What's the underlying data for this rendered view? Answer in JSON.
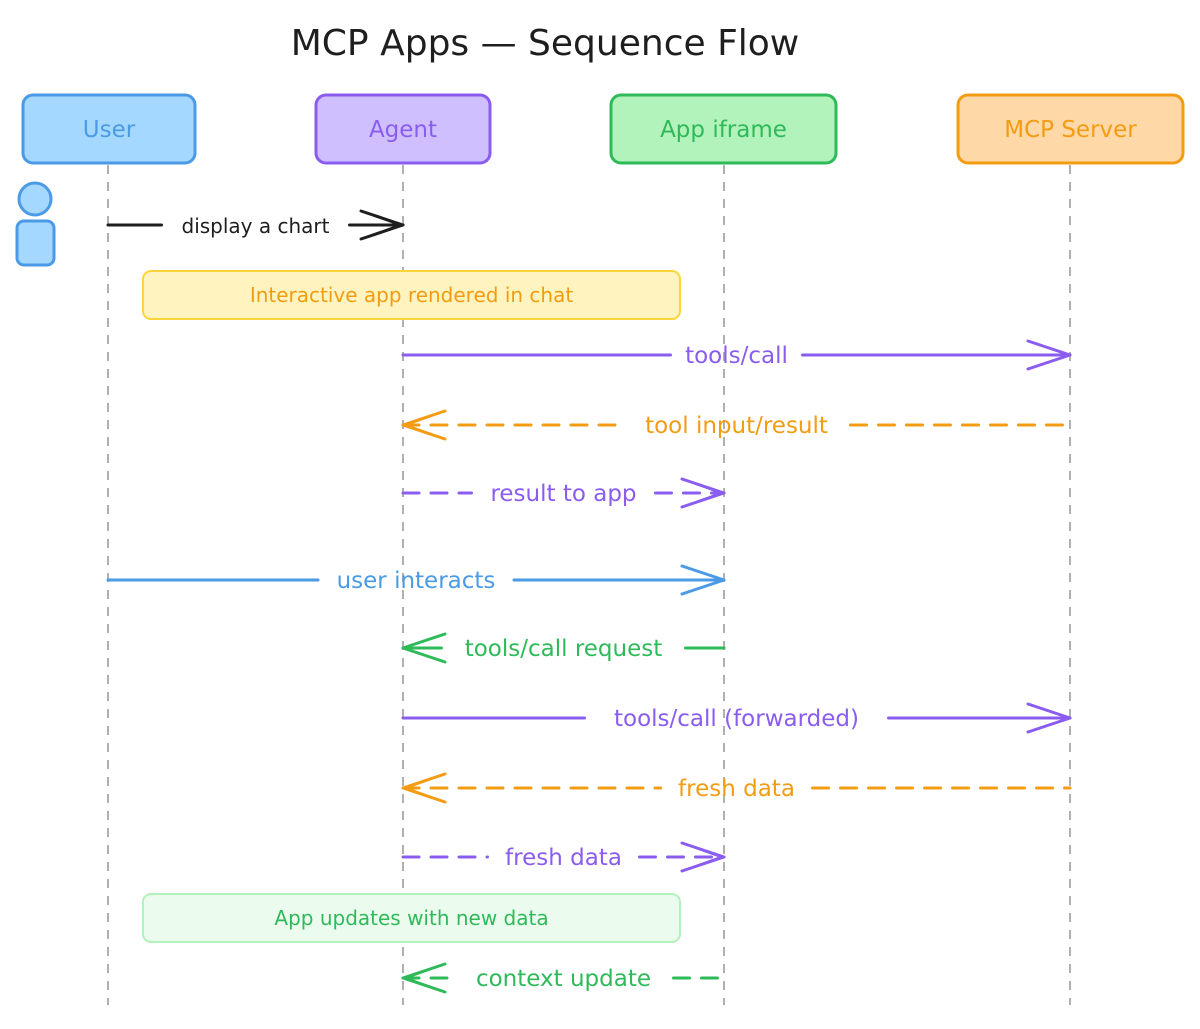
{
  "title": "MCP Apps — Sequence Flow",
  "colors": {
    "user": "#4a9ae6",
    "agent": "#8a5cf0",
    "app": "#2fba5a",
    "server": "#f39c12",
    "black": "#1e1e1e",
    "lifeline": "#b0b0b0"
  },
  "participants": [
    {
      "id": "user",
      "label": "User",
      "fill": "#a5d8ff",
      "stroke": "#4a9ae6",
      "text": "#4a9ae6"
    },
    {
      "id": "agent",
      "label": "Agent",
      "fill": "#d0bfff",
      "stroke": "#8a5cf0",
      "text": "#8a5cf0"
    },
    {
      "id": "app",
      "label": "App iframe",
      "fill": "#b2f2bb",
      "stroke": "#2fba5a",
      "text": "#2fba5a"
    },
    {
      "id": "server",
      "label": "MCP Server",
      "fill": "#ffd8a8",
      "stroke": "#f39c12",
      "text": "#f39c12"
    }
  ],
  "user_figure_icon": "person-icon",
  "steps": [
    {
      "kind": "message",
      "from": "user",
      "to": "agent",
      "label": "display a chart",
      "style": "solid",
      "color": "#1e1e1e"
    },
    {
      "kind": "note",
      "label": "Interactive app rendered in chat",
      "fill": "#fff3bf",
      "stroke": "#ffd43b",
      "text": "#f39c12"
    },
    {
      "kind": "message",
      "from": "agent",
      "to": "server",
      "label": "tools/call",
      "style": "solid",
      "color": "#8a5cf0"
    },
    {
      "kind": "message",
      "from": "server",
      "to": "agent",
      "label": "tool input/result",
      "style": "dashed",
      "color": "#f39c12"
    },
    {
      "kind": "message",
      "from": "agent",
      "to": "app",
      "label": "result to app",
      "style": "dashed",
      "color": "#8a5cf0"
    },
    {
      "kind": "message",
      "from": "user",
      "to": "app",
      "label": "user interacts",
      "style": "solid",
      "color": "#4a9ae6"
    },
    {
      "kind": "message",
      "from": "app",
      "to": "agent",
      "label": "tools/call request",
      "style": "solid",
      "color": "#2fba5a"
    },
    {
      "kind": "message",
      "from": "agent",
      "to": "server",
      "label": "tools/call (forwarded)",
      "style": "solid",
      "color": "#8a5cf0"
    },
    {
      "kind": "message",
      "from": "server",
      "to": "agent",
      "label": "fresh data",
      "style": "dashed",
      "color": "#f39c12"
    },
    {
      "kind": "message",
      "from": "agent",
      "to": "app",
      "label": "fresh data",
      "style": "dashed",
      "color": "#8a5cf0"
    },
    {
      "kind": "note",
      "label": "App updates with new data",
      "fill": "#ebfbee",
      "stroke": "#b2f2bb",
      "text": "#2fba5a"
    },
    {
      "kind": "message",
      "from": "app",
      "to": "agent",
      "label": "context update",
      "style": "dashed",
      "color": "#2fba5a"
    }
  ]
}
